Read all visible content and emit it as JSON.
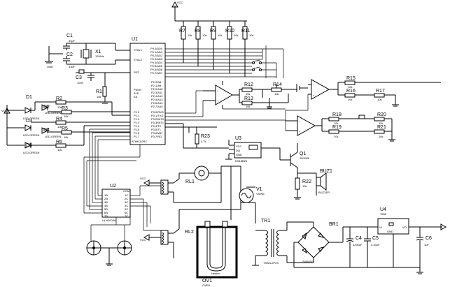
{
  "components": {
    "u1": {
      "ref": "U1",
      "part": "AT89C52RC",
      "pins_left": [
        "XTAL1",
        "XTAL2",
        "RST",
        "PSEN",
        "ALE",
        "EA"
      ],
      "pins_p1": [
        "P1.0",
        "P1.1",
        "P1.2",
        "P1.3",
        "P1.4",
        "P1.5",
        "P1.6",
        "P1.7"
      ],
      "pins_p0": [
        "P0.0/AD0",
        "P0.1/AD1",
        "P0.2/AD2",
        "P0.3/AD3",
        "P0.4/AD4",
        "P0.5/AD5",
        "P0.6/AD6",
        "P0.7/AD7"
      ],
      "pins_p2": [
        "P2.0/A8",
        "P2.1/A9",
        "P2.2/A10",
        "P2.3/A11",
        "P2.4/A12",
        "P2.5/A13",
        "P2.6/A14",
        "P2.7/A15"
      ],
      "pins_p3": [
        "P3.0/RXD",
        "P3.1/TXD",
        "P3.2/INT0",
        "P3.3/INT1",
        "P3.4/T0",
        "P3.5/T1",
        "P3.6/WR",
        "P3.7/RD"
      ]
    },
    "c1": {
      "ref": "C1",
      "value": "33pF"
    },
    "c2": {
      "ref": "C2",
      "value": "33pF"
    },
    "c3": {
      "ref": "C3",
      "value": "10uF"
    },
    "x1": {
      "ref": "X1",
      "value": "12MHz"
    },
    "r1": {
      "ref": "R1",
      "value": "10k"
    },
    "r2": {
      "ref": "R2",
      "value": "10k"
    },
    "r3": {
      "ref": "R3",
      "value": "10k"
    },
    "r4": {
      "ref": "R4",
      "value": "10k"
    },
    "r5": {
      "ref": "R5",
      "value": "10k"
    },
    "r6": {
      "ref": "R6",
      "value": "10k"
    },
    "r7": {
      "ref": "R7",
      "value": "10k"
    },
    "r8": {
      "ref": "R8",
      "value": "10k"
    },
    "r9": {
      "ref": "R9",
      "value": "10k"
    },
    "r10": {
      "ref": "R10",
      "value": "10k"
    },
    "r11": {
      "ref": "R11",
      "value": "10k"
    },
    "r12": {
      "ref": "R12",
      "value": "10k"
    },
    "r13": {
      "ref": "R13",
      "value": "10k"
    },
    "r14": {
      "ref": "R14",
      "value": "10k"
    },
    "r15": {
      "ref": "R15",
      "value": "10k"
    },
    "r16": {
      "ref": "R16",
      "value": "10k"
    },
    "r17": {
      "ref": "R17",
      "value": "10k"
    },
    "r18": {
      "ref": "R18",
      "value": "10k"
    },
    "r19": {
      "ref": "R19",
      "value": "10k"
    },
    "r20": {
      "ref": "R20",
      "value": "10k"
    },
    "r21": {
      "ref": "R21",
      "value": "10k"
    },
    "r22": {
      "ref": "R22",
      "value": "10k"
    },
    "r23": {
      "ref": "R23",
      "value": "4.7k"
    },
    "d1": {
      "ref": "D1",
      "value": "LED-GREEN"
    },
    "d2": {
      "ref": "D2",
      "value": "LED-GREEN"
    },
    "d3": {
      "ref": "D3",
      "value": "LED-GREEN"
    },
    "d4": {
      "ref": "D4",
      "value": "LED-GREEN"
    },
    "d5": {
      "ref": "D5",
      "value": "LED-GREEN"
    },
    "u2": {
      "ref": "U2",
      "part": "ULN2003A",
      "pins_in": [
        "1B",
        "2B",
        "3B",
        "4B",
        "5B",
        "6B",
        "7B"
      ],
      "pins_out": [
        "1C",
        "2C",
        "3C",
        "4C",
        "5C",
        "6C",
        "7C"
      ],
      "com": "COM"
    },
    "u3": {
      "ref": "U3",
      "part": "DS18B20",
      "pins": [
        "VCC",
        "DQ",
        "GND"
      ]
    },
    "u4": {
      "ref": "U4",
      "part": "7805",
      "pins": [
        "VI",
        "VO",
        "GND"
      ]
    },
    "q1": {
      "ref": "Q1",
      "part": "2N3906"
    },
    "buz1": {
      "ref": "BUZ1",
      "part": "BUZZER"
    },
    "rl1": {
      "ref": "RL1"
    },
    "rl2": {
      "ref": "RL2"
    },
    "v1": {
      "ref": "V1",
      "part": "VSINE"
    },
    "tr1": {
      "ref": "TR1",
      "part": "TRAN-2P2S"
    },
    "br1": {
      "ref": "BR1",
      "part": "2W005G"
    },
    "c4": {
      "ref": "C4",
      "value": "2200uF"
    },
    "c5": {
      "ref": "C5",
      "value": "0.33uF"
    },
    "c6": {
      "ref": "C6",
      "value": "1uF"
    },
    "ov1": {
      "ref": "OV1",
      "part": "OVEN",
      "label": "Heater"
    }
  },
  "nets": {
    "vcc": "VCC",
    "gnd": "GND"
  }
}
